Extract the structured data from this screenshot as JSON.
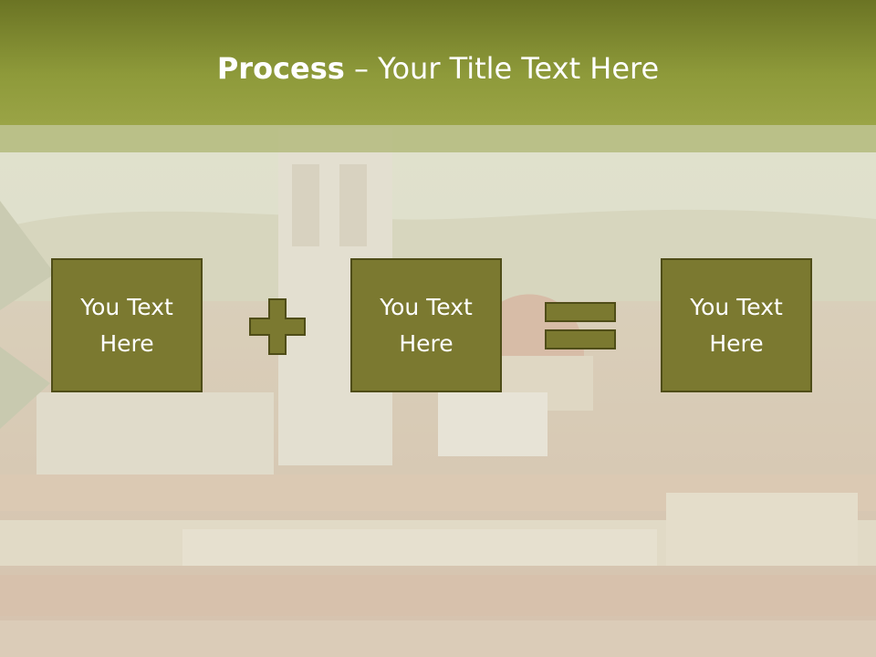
{
  "title": {
    "bold": "Process",
    "rest": " – Your Title Text Here"
  },
  "boxes": [
    {
      "text": "You Text\nHere"
    },
    {
      "text": "You Text\nHere"
    },
    {
      "text": "You Text\nHere"
    }
  ],
  "colors": {
    "title_bar": "#8e9a3a",
    "box_fill": "#7b7930",
    "box_border": "#4f4d18",
    "title_text": "#ffffff"
  },
  "icons": [
    "plus-icon",
    "equals-icon"
  ]
}
